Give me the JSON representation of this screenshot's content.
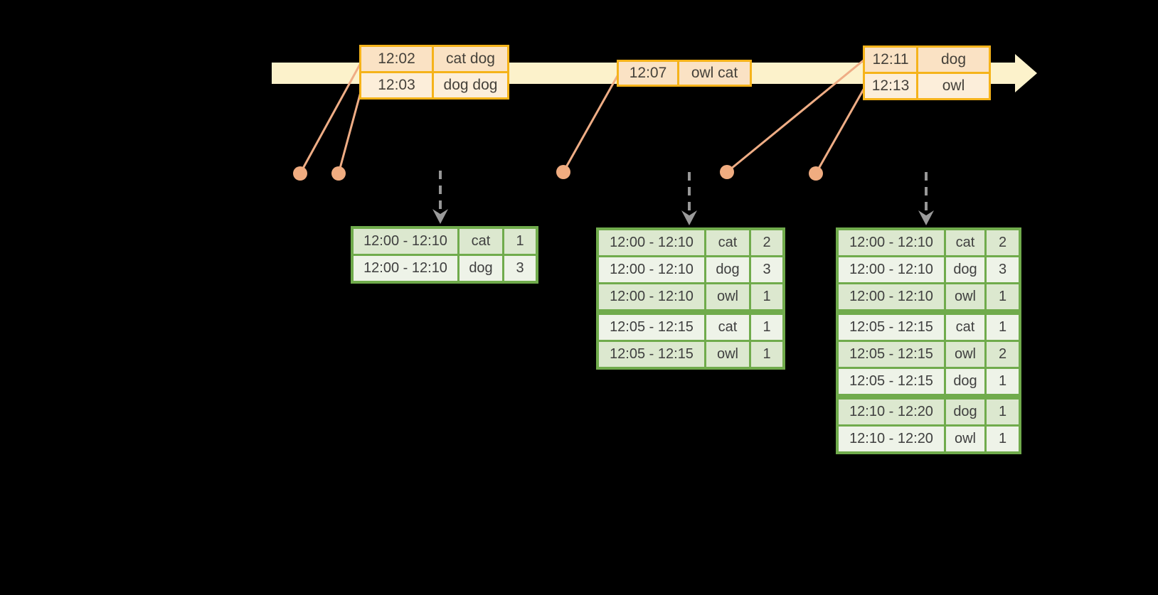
{
  "diagram": {
    "kind": "windowed-streaming-aggregation-diagram",
    "background": "#000000"
  },
  "colors": {
    "timeline_band": "#FCF2CB",
    "event_box_border": "#F5B31A",
    "event_cell_dark": "#FAE2C4",
    "event_cell_light": "#FCEEDA",
    "event_dot": "#F0AC80",
    "connector_line": "#EFAD85",
    "trigger_arrow_gray": "#979797",
    "table_border_green": "#70AB4C",
    "table_cell_dark": "#DCE8CF",
    "table_cell_light": "#EEF3E8",
    "text_dark": "#3F3F3F"
  },
  "icons": {
    "timeline_arrow": "right-arrowhead",
    "trigger_arrow": "dashed-down-arrow",
    "event_dot": "filled-circle"
  },
  "event_boxes": [
    {
      "rows": [
        {
          "time": "12:02",
          "words": "cat dog"
        },
        {
          "time": "12:03",
          "words": "dog dog"
        }
      ]
    },
    {
      "rows": [
        {
          "time": "12:07",
          "words": "owl cat"
        }
      ]
    },
    {
      "rows": [
        {
          "time": "12:11",
          "words": "dog"
        },
        {
          "time": "12:13",
          "words": "owl"
        }
      ]
    }
  ],
  "result_tables": [
    {
      "rows": [
        {
          "window": "12:00 - 12:10",
          "word": "cat",
          "count": 1
        },
        {
          "window": "12:00 - 12:10",
          "word": "dog",
          "count": 3
        }
      ]
    },
    {
      "rows": [
        {
          "window": "12:00 - 12:10",
          "word": "cat",
          "count": 2
        },
        {
          "window": "12:00 - 12:10",
          "word": "dog",
          "count": 3
        },
        {
          "window": "12:00 - 12:10",
          "word": "owl",
          "count": 1
        },
        {
          "window": "12:05 - 12:15",
          "word": "cat",
          "count": 1
        },
        {
          "window": "12:05 - 12:15",
          "word": "owl",
          "count": 1
        }
      ]
    },
    {
      "rows": [
        {
          "window": "12:00 - 12:10",
          "word": "cat",
          "count": 2
        },
        {
          "window": "12:00 - 12:10",
          "word": "dog",
          "count": 3
        },
        {
          "window": "12:00 - 12:10",
          "word": "owl",
          "count": 1
        },
        {
          "window": "12:05 - 12:15",
          "word": "cat",
          "count": 1
        },
        {
          "window": "12:05 - 12:15",
          "word": "owl",
          "count": 2
        },
        {
          "window": "12:05 - 12:15",
          "word": "dog",
          "count": 1
        },
        {
          "window": "12:10 - 12:20",
          "word": "dog",
          "count": 1
        },
        {
          "window": "12:10 - 12:20",
          "word": "owl",
          "count": 1
        }
      ]
    }
  ]
}
